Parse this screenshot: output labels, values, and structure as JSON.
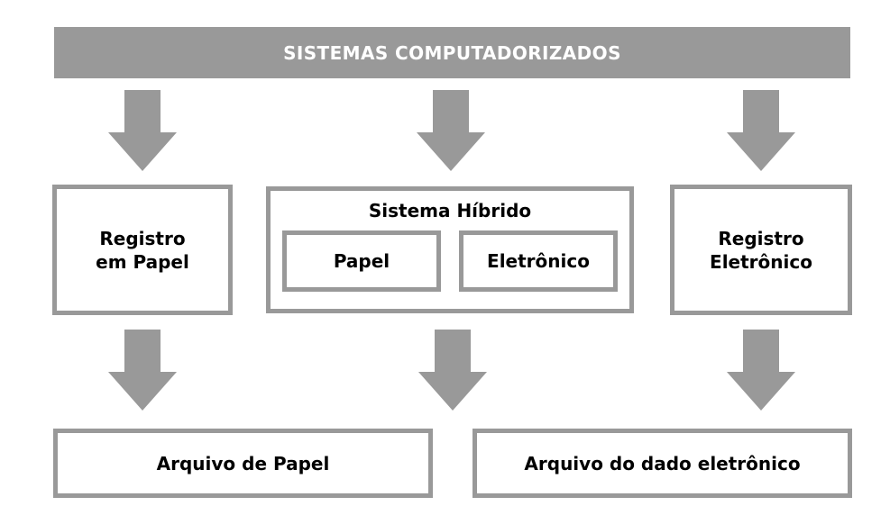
{
  "colors": {
    "gray": "#999999",
    "box_background": "#ffffff",
    "label_text": "#000000",
    "banner_text": "#ffffff"
  },
  "banner": {
    "title": "SISTEMAS COMPUTADORIZADOS"
  },
  "boxes": {
    "registro_em_papel": {
      "label": "Registro\nem Papel"
    },
    "sistema_hibrido": {
      "title": "Sistema Híbrido",
      "papel": {
        "label": "Papel"
      },
      "eletronico": {
        "label": "Eletrônico"
      }
    },
    "registro_eletronico": {
      "label": "Registro\nEletrônico"
    },
    "arquivo_de_papel": {
      "label": "Arquivo de Papel"
    },
    "arquivo_do_dado_eletronico": {
      "label": "Arquivo do dado eletrônico"
    }
  },
  "icons": {
    "down_arrow": "down-block-arrow"
  }
}
